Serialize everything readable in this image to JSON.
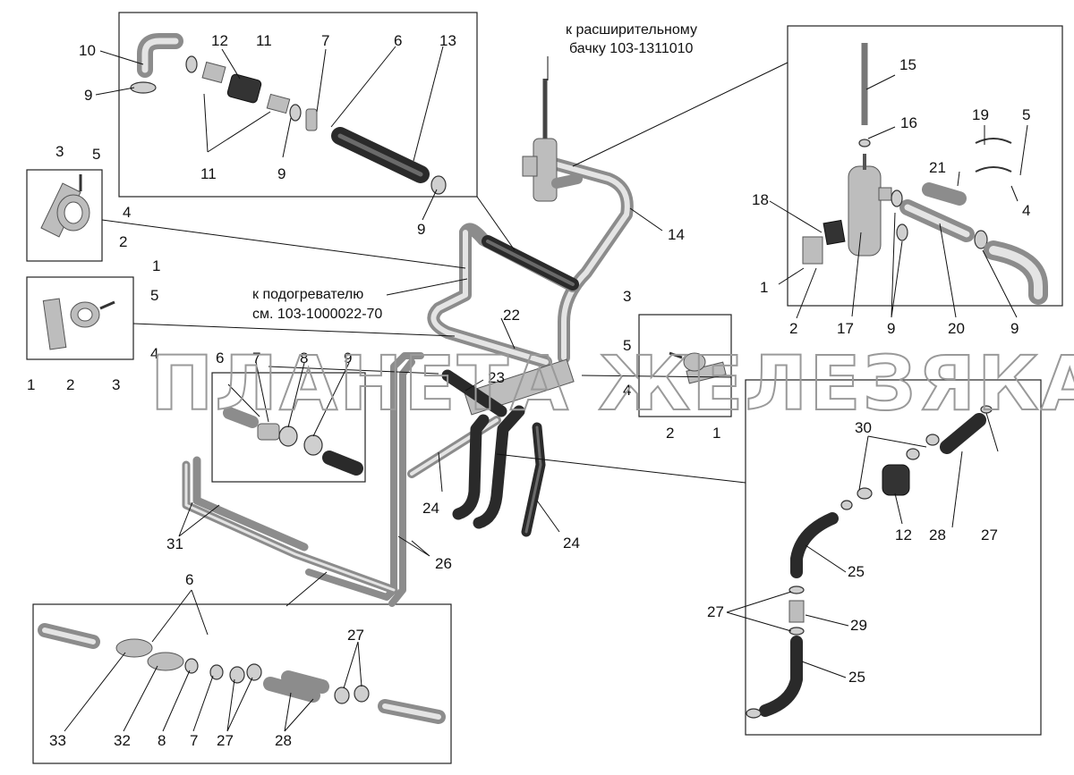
{
  "annotations": {
    "expansion_tank_line1": "к расширительному",
    "expansion_tank_line2": "бачку 103-1311010",
    "heater_line1": "к подогревателю",
    "heater_line2": "см. 103-1000022-70"
  },
  "watermark": "ПЛАНЕТА ЖЕЛЕЗЯКА",
  "colors": {
    "line": "#111111",
    "pipe_light": "#d9d9d9",
    "pipe_shade": "#8c8c8c",
    "hose_dark": "#2a2a2a",
    "watermark": "#9a9a9a"
  },
  "part_labels": [
    {
      "id": "tl-10",
      "text": "10"
    },
    {
      "id": "tl-12",
      "text": "12"
    },
    {
      "id": "tl-11a",
      "text": "11"
    },
    {
      "id": "tl-7",
      "text": "7"
    },
    {
      "id": "tl-6",
      "text": "6"
    },
    {
      "id": "tl-13",
      "text": "13"
    },
    {
      "id": "tl-9a",
      "text": "9"
    },
    {
      "id": "tl-11b",
      "text": "11"
    },
    {
      "id": "tl-9b",
      "text": "9"
    },
    {
      "id": "tl-9c",
      "text": "9"
    },
    {
      "id": "l1-3",
      "text": "3"
    },
    {
      "id": "l1-5",
      "text": "5"
    },
    {
      "id": "l1-4",
      "text": "4"
    },
    {
      "id": "l1-2",
      "text": "2"
    },
    {
      "id": "l1-1",
      "text": "1"
    },
    {
      "id": "l2-5",
      "text": "5"
    },
    {
      "id": "l2-4",
      "text": "4"
    },
    {
      "id": "l2-1",
      "text": "1"
    },
    {
      "id": "l2-2",
      "text": "2"
    },
    {
      "id": "l2-3",
      "text": "3"
    },
    {
      "id": "tr-15",
      "text": "15"
    },
    {
      "id": "tr-16",
      "text": "16"
    },
    {
      "id": "tr-19",
      "text": "19"
    },
    {
      "id": "tr-5",
      "text": "5"
    },
    {
      "id": "tr-21",
      "text": "21"
    },
    {
      "id": "tr-4",
      "text": "4"
    },
    {
      "id": "tr-18",
      "text": "18"
    },
    {
      "id": "tr-1",
      "text": "1"
    },
    {
      "id": "tr-2",
      "text": "2"
    },
    {
      "id": "tr-17",
      "text": "17"
    },
    {
      "id": "tr-9a",
      "text": "9"
    },
    {
      "id": "tr-20",
      "text": "20"
    },
    {
      "id": "tr-9b",
      "text": "9"
    },
    {
      "id": "c-14",
      "text": "14"
    },
    {
      "id": "c-22",
      "text": "22"
    },
    {
      "id": "c-23",
      "text": "23"
    },
    {
      "id": "c-24a",
      "text": "24"
    },
    {
      "id": "c-24b",
      "text": "24"
    },
    {
      "id": "c-31",
      "text": "31"
    },
    {
      "id": "c-26",
      "text": "26"
    },
    {
      "id": "m-6",
      "text": "6"
    },
    {
      "id": "m-7",
      "text": "7"
    },
    {
      "id": "m-8",
      "text": "8"
    },
    {
      "id": "m-9",
      "text": "9"
    },
    {
      "id": "r-3",
      "text": "3"
    },
    {
      "id": "r-5",
      "text": "5"
    },
    {
      "id": "r-4",
      "text": "4"
    },
    {
      "id": "r-2",
      "text": "2"
    },
    {
      "id": "r-1",
      "text": "1"
    },
    {
      "id": "br-30",
      "text": "30"
    },
    {
      "id": "br-12",
      "text": "12"
    },
    {
      "id": "br-28",
      "text": "28"
    },
    {
      "id": "br-27a",
      "text": "27"
    },
    {
      "id": "br-25a",
      "text": "25"
    },
    {
      "id": "br-27b",
      "text": "27"
    },
    {
      "id": "br-29",
      "text": "29"
    },
    {
      "id": "br-25b",
      "text": "25"
    },
    {
      "id": "bl-6",
      "text": "6"
    },
    {
      "id": "bl-27",
      "text": "27"
    },
    {
      "id": "bl-33",
      "text": "33"
    },
    {
      "id": "bl-32",
      "text": "32"
    },
    {
      "id": "bl-8",
      "text": "8"
    },
    {
      "id": "bl-7",
      "text": "7"
    },
    {
      "id": "bl-27b",
      "text": "27"
    },
    {
      "id": "bl-28",
      "text": "28"
    }
  ]
}
